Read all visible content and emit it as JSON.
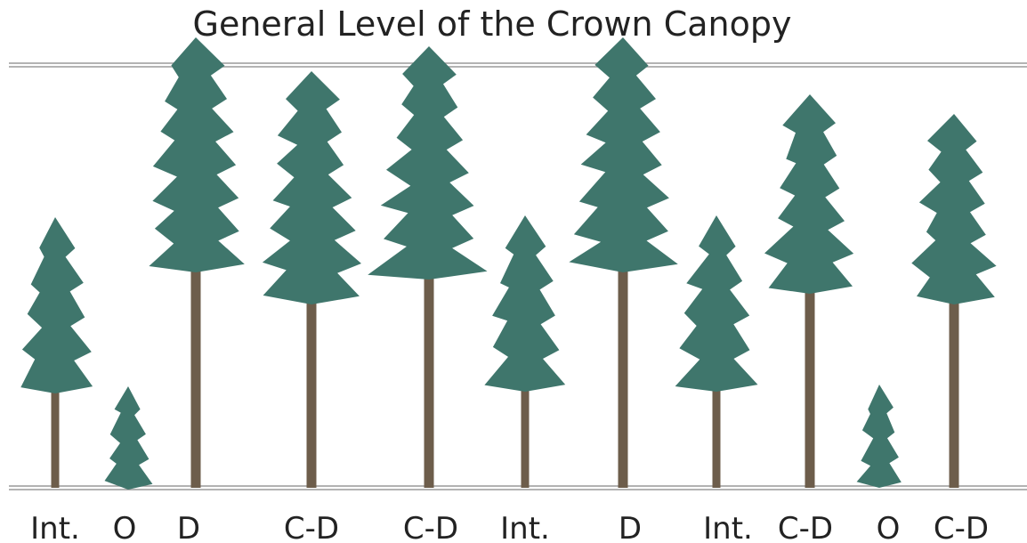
{
  "title": "General Level of the Crown Canopy",
  "colors": {
    "foliage": "#3f766c",
    "trunk": "#6d5d4b",
    "line": "#9a9a9a",
    "text": "#222222"
  },
  "trees": [
    {
      "class_label": "Int."
    },
    {
      "class_label": "O"
    },
    {
      "class_label": "D"
    },
    {
      "class_label": "C-D"
    },
    {
      "class_label": "C-D"
    },
    {
      "class_label": "Int."
    },
    {
      "class_label": "D"
    },
    {
      "class_label": "Int."
    },
    {
      "class_label": "C-D"
    },
    {
      "class_label": "O"
    },
    {
      "class_label": "C-D"
    }
  ]
}
